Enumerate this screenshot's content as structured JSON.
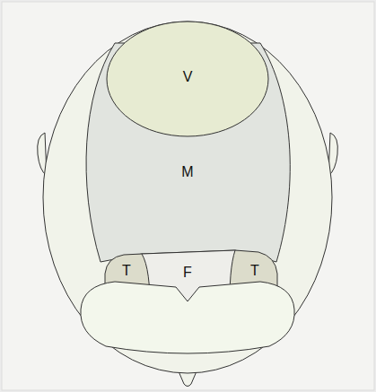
{
  "diagram": {
    "nodes": [
      {
        "text": [
          "V"
        ]
      },
      {
        "text": [
          "M"
        ]
      },
      {
        "text": [
          "T"
        ]
      },
      {
        "text": [
          "F"
        ]
      },
      {
        "text": [
          "T"
        ]
      }
    ]
  }
}
